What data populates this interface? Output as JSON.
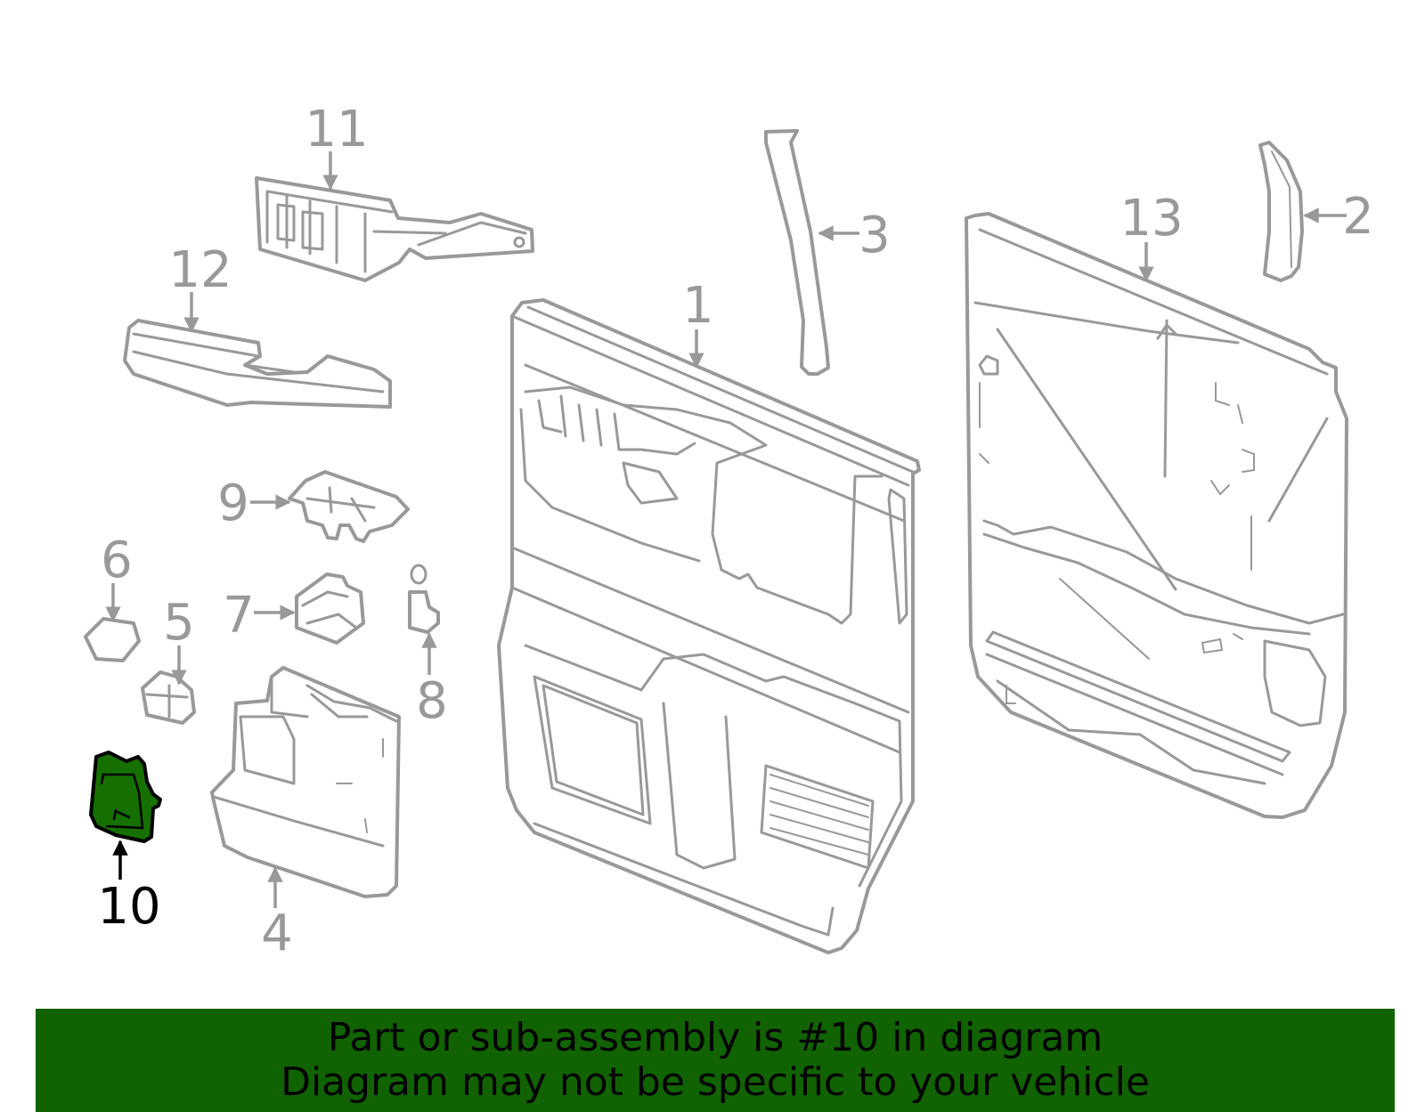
{
  "callouts": {
    "c1": "1",
    "c2": "2",
    "c3": "3",
    "c4": "4",
    "c5": "5",
    "c6": "6",
    "c7": "7",
    "c8": "8",
    "c9": "9",
    "c10": "10",
    "c11": "11",
    "c12": "12",
    "c13": "13"
  },
  "highlighted_part": "10",
  "colors": {
    "highlight_fill": "#157000",
    "banner_bg": "#106300",
    "line_gray": "#999999"
  },
  "banner": {
    "line1": "Part or sub-assembly is #10 in diagram",
    "line2": "Diagram may not be specific to your vehicle"
  }
}
